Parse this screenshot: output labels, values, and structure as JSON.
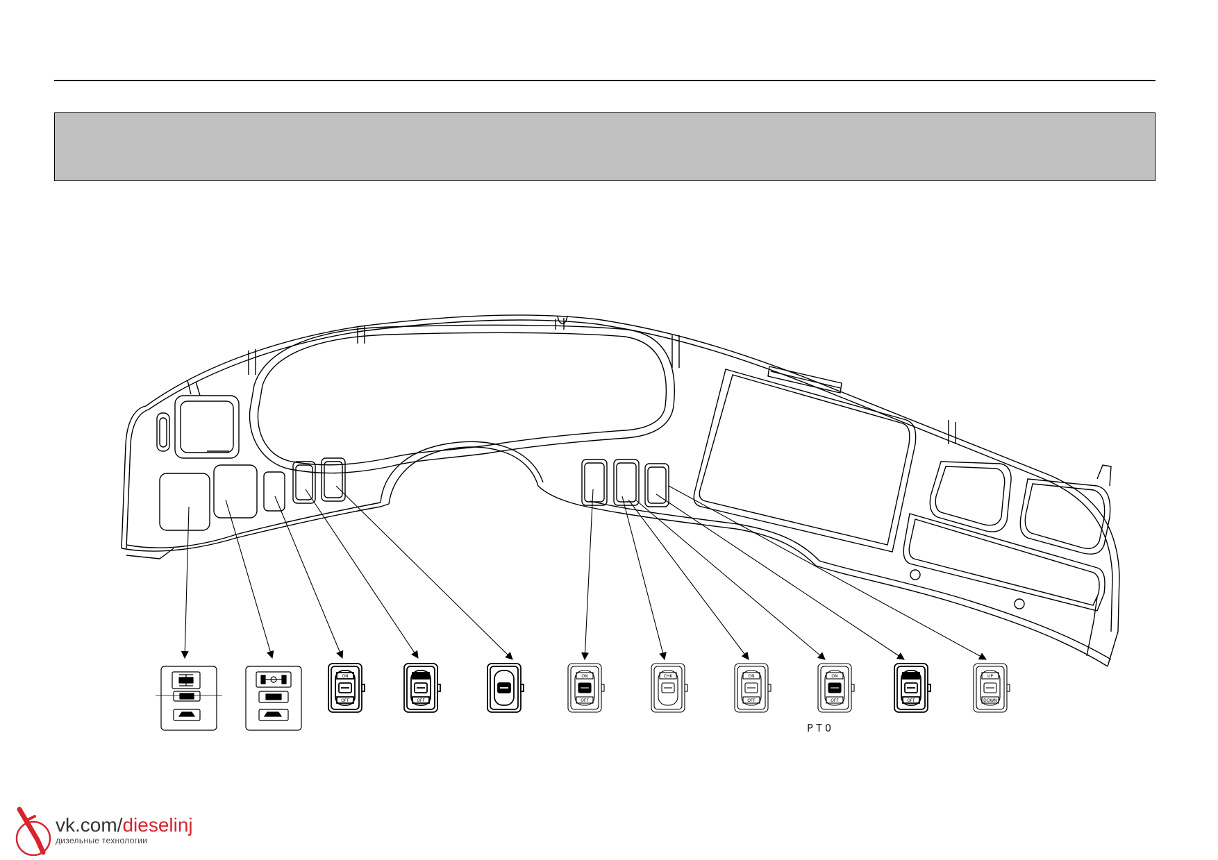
{
  "labels": {
    "pto": "PTO"
  },
  "switch_text": {
    "on": "ON",
    "off": "OFF",
    "chk": "CHK",
    "up": "UP",
    "down": "DOWN"
  },
  "watermark": {
    "prefix": "vk.com/",
    "accent": "dieselinj",
    "subtitle": "дизельные технологии"
  },
  "colors": {
    "band": "#c0c0c0",
    "line": "#000000",
    "brand": "#d9232d"
  }
}
